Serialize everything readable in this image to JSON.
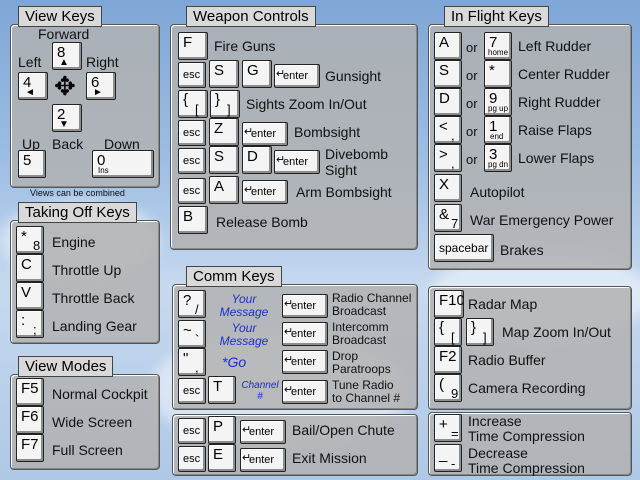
{
  "view_keys": {
    "title": "View Keys",
    "forward": "Forward",
    "left": "Left",
    "right": "Right",
    "up": "Up",
    "back": "Back",
    "down": "Down",
    "key8": "8",
    "key4": "4",
    "key6": "6",
    "key2": "2",
    "key5": "5",
    "key0": "0",
    "key0_sub": "Ins",
    "note": "Views can be combined"
  },
  "weapon": {
    "title": "Weapon Controls",
    "esc": "esc",
    "enter": "enter",
    "fire_key": "F",
    "fire": "Fire Guns",
    "gun_s": "S",
    "gun_g": "G",
    "gunsight": "Gunsight",
    "zoom_k1": "{",
    "zoom_k1b": "[",
    "zoom_k2": "}",
    "zoom_k2b": "]",
    "zoom": "Sights Zoom In/Out",
    "bomb_z": "Z",
    "bombsight": "Bombsight",
    "dive_s": "S",
    "dive_d": "D",
    "dive1": "Divebomb",
    "dive2": "Sight",
    "arm_a": "A",
    "arm": "Arm Bombsight",
    "rel_b": "B",
    "release": "Release Bomb"
  },
  "flight": {
    "title": "In Flight Keys",
    "or": "or",
    "a": "A",
    "home": "7",
    "home_sub": "home",
    "left_rudder": "Left Rudder",
    "s": "S",
    "star": "*",
    "center_rudder": "Center Rudder",
    "d": "D",
    "pgup": "9",
    "pgup_sub": "pg up",
    "right_rudder": "Right Rudder",
    "lt": "<",
    "lt_b": ",",
    "end": "1",
    "end_sub": "end",
    "raise": "Raise Flaps",
    "gt": ">",
    "gt_b": ",",
    "pgdn": "3",
    "pgdn_sub": "pg dn",
    "lower": "Lower Flaps",
    "x": "X",
    "autopilot": "Autopilot",
    "amp": "&",
    "amp_b": "7",
    "wep": "War Emergency Power",
    "space": "spacebar",
    "brakes": "Brakes"
  },
  "takeoff": {
    "title": "Taking Off Keys",
    "star": "*",
    "star_b": "8",
    "engine": "Engine",
    "c": "C",
    "throttle_up": "Throttle  Up",
    "v": "V",
    "throttle_back": "Throttle  Back",
    "colon": ":",
    "colon_b": ";",
    "gear": "Landing Gear"
  },
  "comm": {
    "title": "Comm Keys",
    "q": "?",
    "q_b": "/",
    "tilde": "~",
    "tilde_b": "`",
    "quote": "\"",
    "quote_b": ",",
    "esc": "esc",
    "t": "T",
    "enter": "enter",
    "your1": "Your",
    "msg1": "Message",
    "your2": "Your",
    "msg2": "Message",
    "go": "*Go",
    "ch1": "Channel",
    "ch2": "#",
    "radio1": "Radio Channel",
    "radio2": "Broadcast",
    "icom1": "Intercomm",
    "icom2": "Broadcast",
    "drop1": "Drop",
    "drop2": "Paratroops",
    "tune1": "Tune Radio",
    "tune2": "to Channel #"
  },
  "viewmodes": {
    "title": "View Modes",
    "f5": "F5",
    "normal": "Normal Cockpit",
    "f6": "F6",
    "wide": "Wide Screen",
    "f7": "F7",
    "full": "Full Screen"
  },
  "misc": {
    "f10": "F10",
    "radar": "Radar Map",
    "k1": "{",
    "k1b": "[",
    "k2": "}",
    "k2b": "]",
    "mapzoom": "Map Zoom In/Out",
    "f2": "F2",
    "radio": "Radio Buffer",
    "paren": "(",
    "paren_b": "9",
    "camera": "Camera Recording"
  },
  "bail": {
    "esc": "esc",
    "enter": "enter",
    "p": "P",
    "bail": "Bail/Open Chute",
    "e": "E",
    "exit": "Exit Mission"
  },
  "time": {
    "plus": "+",
    "plus_b": "=",
    "inc1": "Increase",
    "inc2": "Time Compression",
    "minus": "_",
    "minus_b": "-",
    "dec1": "Decrease",
    "dec2": "Time Compression"
  }
}
